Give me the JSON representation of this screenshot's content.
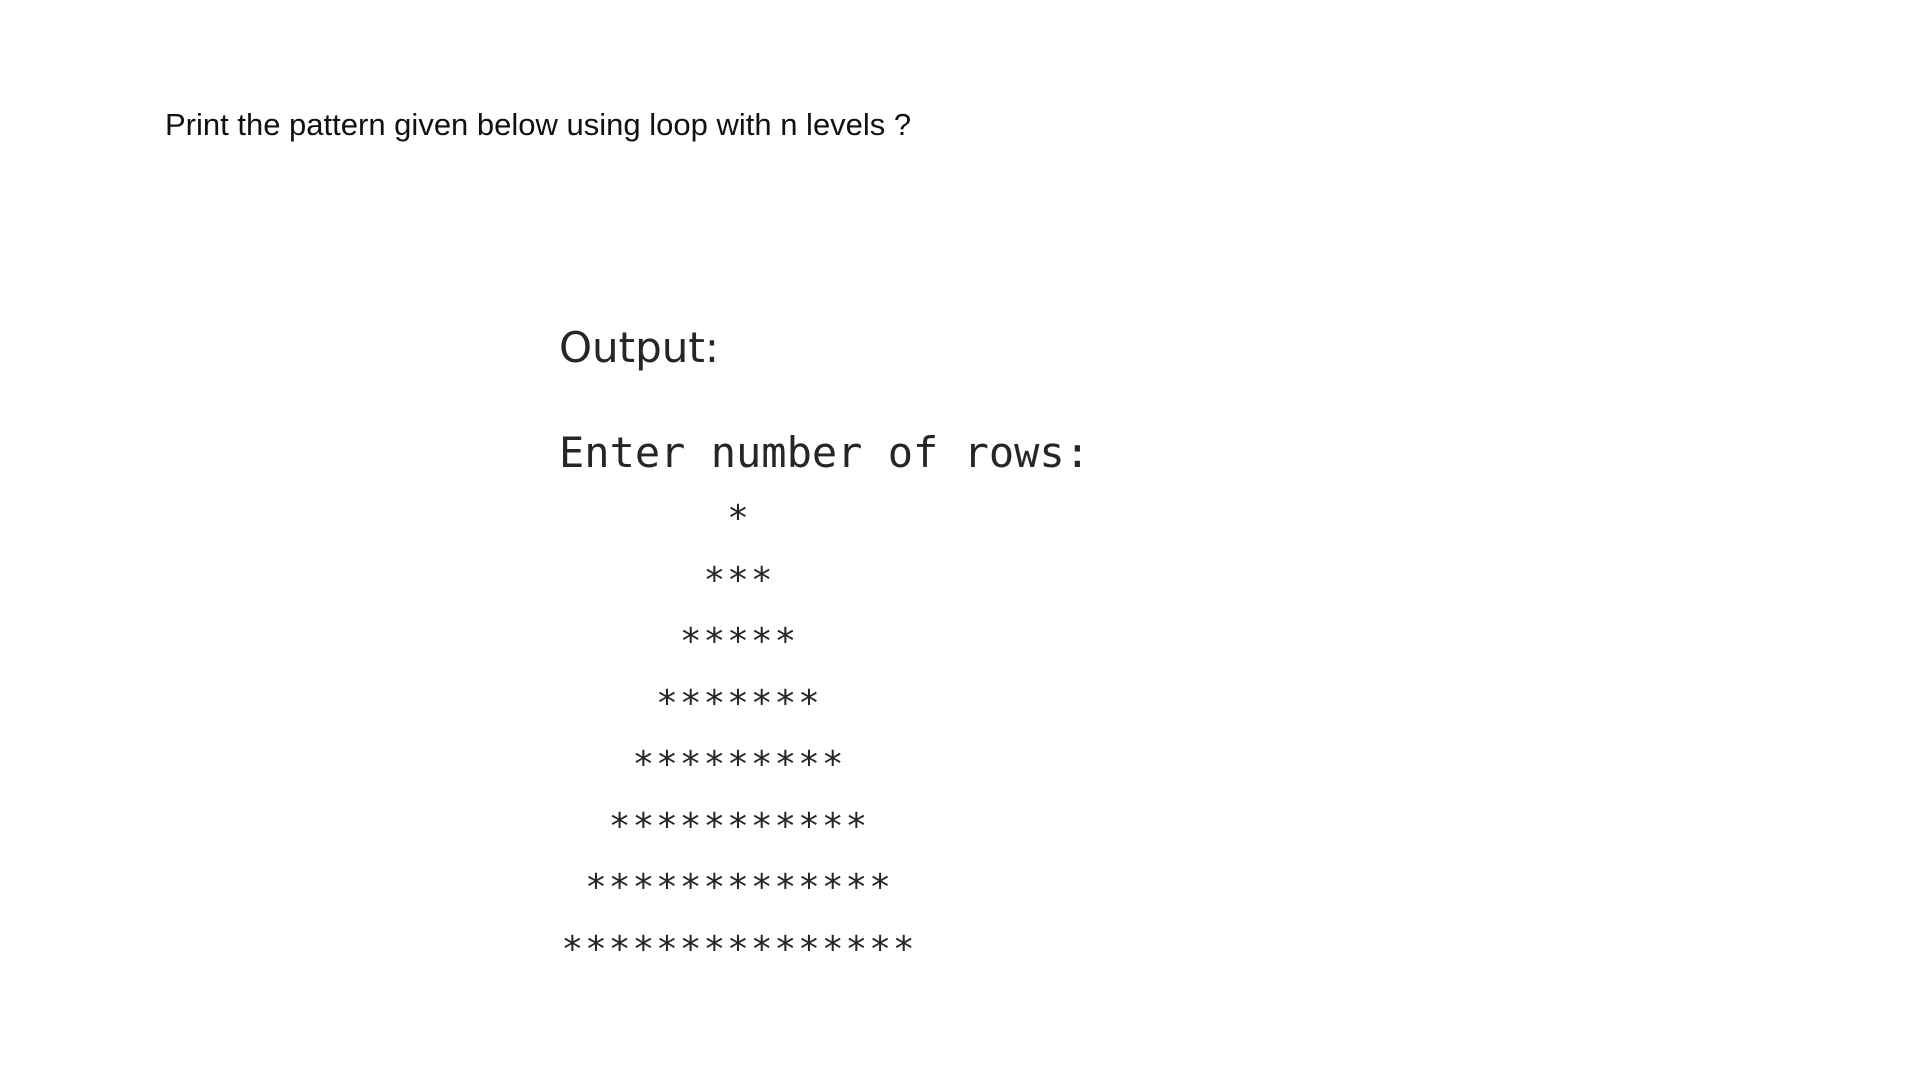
{
  "question": "Print the pattern given below using loop with n levels ?",
  "output_heading": "Output:",
  "prompt": "Enter number of rows:",
  "pattern_rows": [
    "*",
    "***",
    "*****",
    "*******",
    "*********",
    "***********",
    "*************",
    "***************"
  ]
}
